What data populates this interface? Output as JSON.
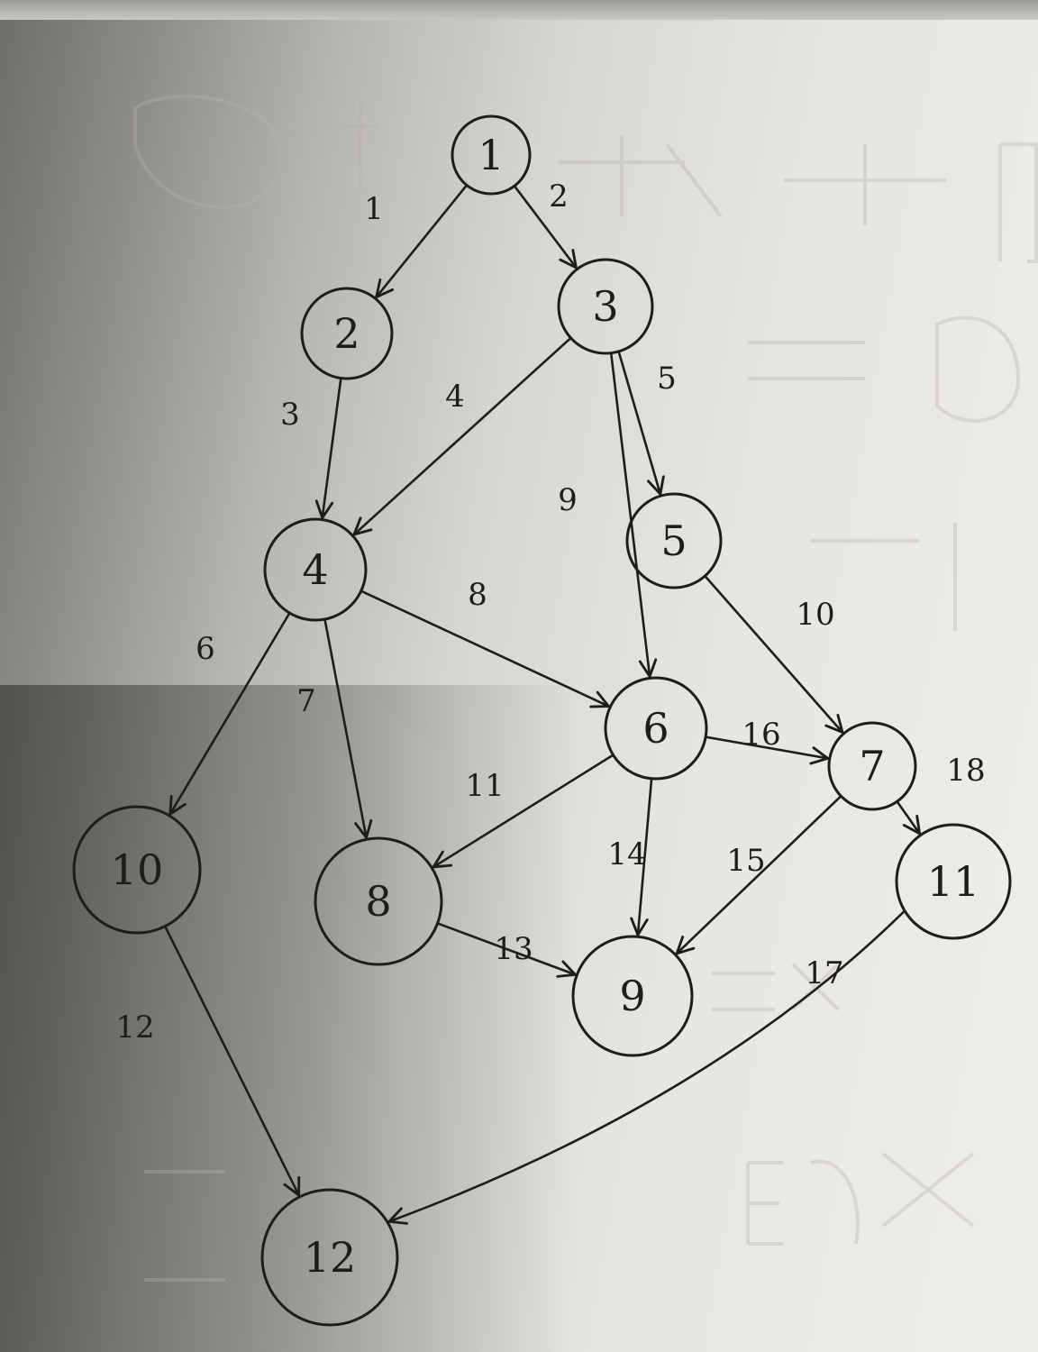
{
  "nodes": [
    {
      "id": "1",
      "label": "1"
    },
    {
      "id": "2",
      "label": "2"
    },
    {
      "id": "3",
      "label": "3"
    },
    {
      "id": "4",
      "label": "4"
    },
    {
      "id": "5",
      "label": "5"
    },
    {
      "id": "6",
      "label": "6"
    },
    {
      "id": "7",
      "label": "7"
    },
    {
      "id": "8",
      "label": "8"
    },
    {
      "id": "9",
      "label": "9"
    },
    {
      "id": "10",
      "label": "10"
    },
    {
      "id": "11",
      "label": "11"
    },
    {
      "id": "12",
      "label": "12"
    }
  ],
  "edges": [
    {
      "from": "1",
      "to": "2",
      "label": "1"
    },
    {
      "from": "1",
      "to": "3",
      "label": "2"
    },
    {
      "from": "2",
      "to": "4",
      "label": "3"
    },
    {
      "from": "3",
      "to": "4",
      "label": "4"
    },
    {
      "from": "3",
      "to": "5",
      "label": "5"
    },
    {
      "from": "4",
      "to": "10",
      "label": "6"
    },
    {
      "from": "4",
      "to": "8",
      "label": "7"
    },
    {
      "from": "4",
      "to": "6",
      "label": "8"
    },
    {
      "from": "3",
      "to": "6",
      "label": "9"
    },
    {
      "from": "5",
      "to": "7",
      "label": "10"
    },
    {
      "from": "6",
      "to": "8",
      "label": "11"
    },
    {
      "from": "10",
      "to": "12",
      "label": "12"
    },
    {
      "from": "8",
      "to": "9",
      "label": "13"
    },
    {
      "from": "6",
      "to": "9",
      "label": "14"
    },
    {
      "from": "7",
      "to": "9",
      "label": "15"
    },
    {
      "from": "6",
      "to": "7",
      "label": "16"
    },
    {
      "from": "11",
      "to": "12",
      "label": "17"
    },
    {
      "from": "7",
      "to": "11",
      "label": "18"
    }
  ],
  "colors": {
    "ink": "#1e1d1b",
    "paper": "#e7e5e0"
  }
}
